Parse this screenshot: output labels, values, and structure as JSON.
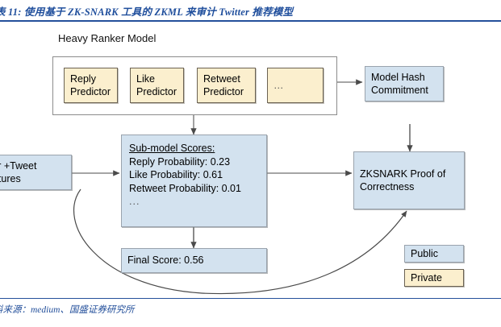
{
  "figure": {
    "title": "表 11:  使用基于 ZK-SNARK 工具的 ZKML 来审计 Twitter 推荐模型",
    "source": "料来源：medium、国盛证券研究所"
  },
  "diagram": {
    "group_label": "Heavy Ranker Model",
    "predictors": [
      {
        "line1": "Reply",
        "line2": "Predictor"
      },
      {
        "line1": "Like",
        "line2": "Predictor"
      },
      {
        "line1": "Retweet",
        "line2": "Predictor"
      },
      {
        "line1": "…",
        "line2": ""
      }
    ],
    "input_node": {
      "line1": "ser +Tweet",
      "line2": "eatures"
    },
    "scores_node": {
      "heading": "Sub-model Scores:",
      "rows": [
        "Reply Probability: 0.23",
        "Like Probability: 0.61",
        "Retweet Probability: 0.01"
      ],
      "ellipsis": "..."
    },
    "final_score_node": "Final Score: 0.56",
    "model_hash_node": {
      "line1": "Model Hash",
      "line2": "Commitment"
    },
    "proof_node": {
      "line1": "ZKSNARK Proof of",
      "line2": "Correctness"
    },
    "legend": [
      {
        "label": "Public",
        "color": "#d3e2ef"
      },
      {
        "label": "Private",
        "color": "#fbefce"
      }
    ]
  },
  "colors": {
    "accent_blue": "#24509b",
    "public_fill": "#d3e2ef",
    "private_fill": "#fbefce",
    "connector": "#6f6f6f"
  }
}
